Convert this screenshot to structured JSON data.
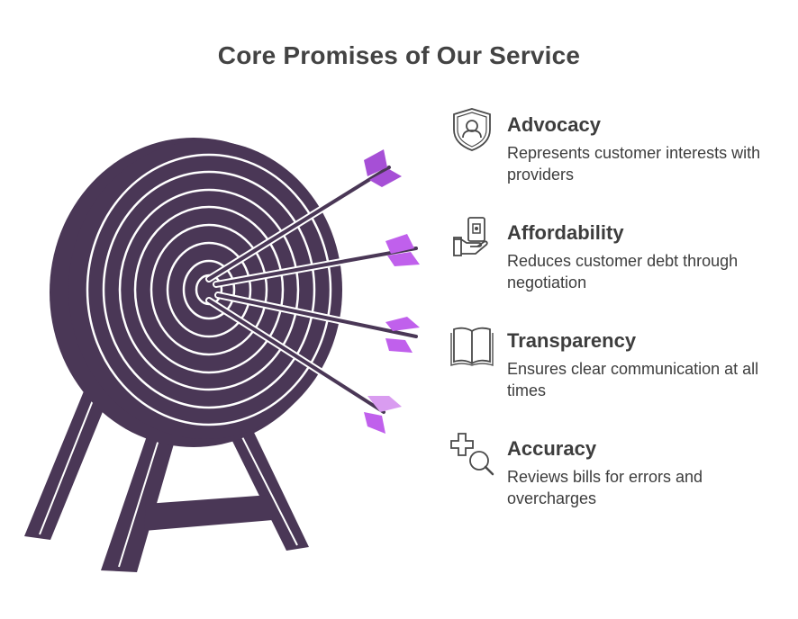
{
  "title": "Core Promises of Our Service",
  "colors": {
    "target": "#4a3756",
    "ring_line": "#ffffff",
    "fletching_dark": "#a64fd6",
    "fletching_mid": "#c060ec",
    "fletching_light": "#d99cf0",
    "text": "#3d3d3d"
  },
  "items": [
    {
      "label": "Advocacy",
      "description": "Represents customer interests with providers",
      "icon": "shield-person-icon"
    },
    {
      "label": "Affordability",
      "description": "Reduces customer debt through negotiation",
      "icon": "hand-money-icon"
    },
    {
      "label": "Transparency",
      "description": "Ensures clear communication at all times",
      "icon": "open-book-icon"
    },
    {
      "label": "Accuracy",
      "description": "Reviews bills for errors and overcharges",
      "icon": "plus-magnifier-icon"
    }
  ]
}
